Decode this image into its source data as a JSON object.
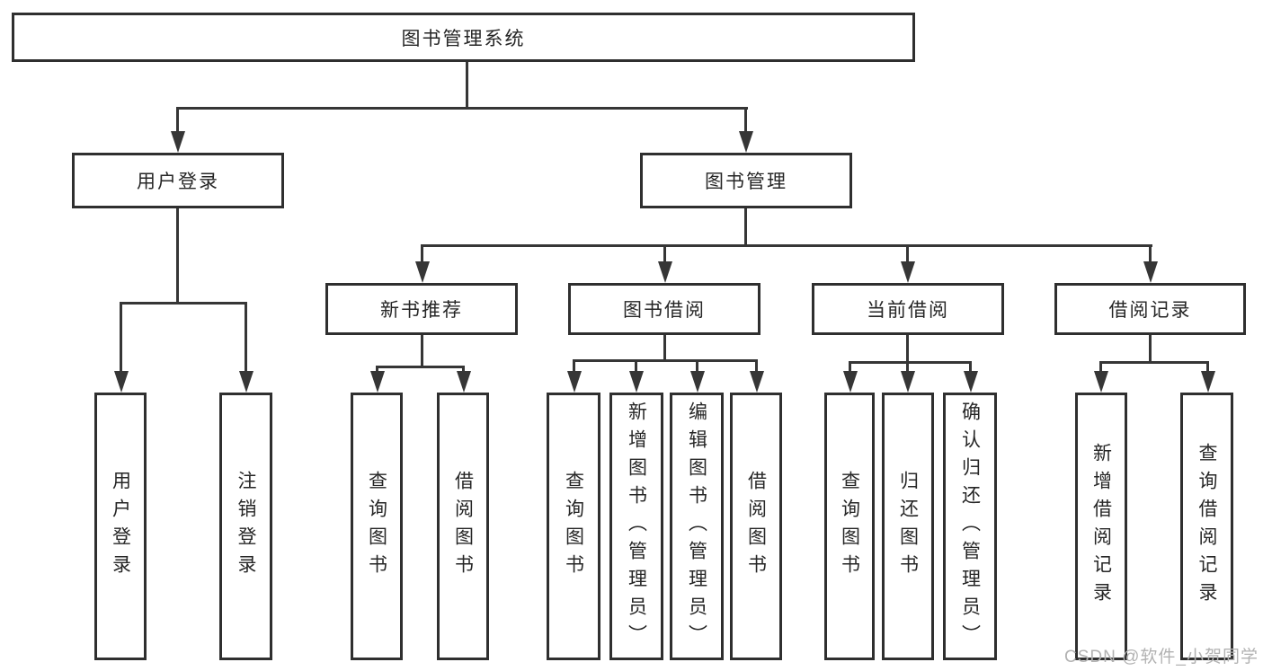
{
  "diagram": {
    "root": {
      "label": "图书管理系统"
    },
    "branches": [
      {
        "id": "user-login",
        "label": "用户登录",
        "children": [
          "用户登录",
          "注销登录"
        ]
      },
      {
        "id": "book-management",
        "label": "图书管理",
        "sections": [
          {
            "label": "新书推荐",
            "children": [
              "查询图书",
              "借阅图书"
            ]
          },
          {
            "label": "图书借阅",
            "children": [
              "查询图书",
              "新增图书（管理员）",
              "编辑图书（管理员）",
              "借阅图书"
            ]
          },
          {
            "label": "当前借阅",
            "children": [
              "查询图书",
              "归还图书",
              "确认归还（管理员）"
            ]
          },
          {
            "label": "借阅记录",
            "children": [
              "新增借阅记录",
              "查询借阅记录"
            ]
          }
        ]
      }
    ]
  },
  "watermark": {
    "text": "CSDN @软件_小贺同学"
  },
  "colors": {
    "line": "#363636",
    "border": "#2f2f2f",
    "text": "#262626",
    "watermark": "#b2b2b2",
    "background": "#ffffff"
  }
}
